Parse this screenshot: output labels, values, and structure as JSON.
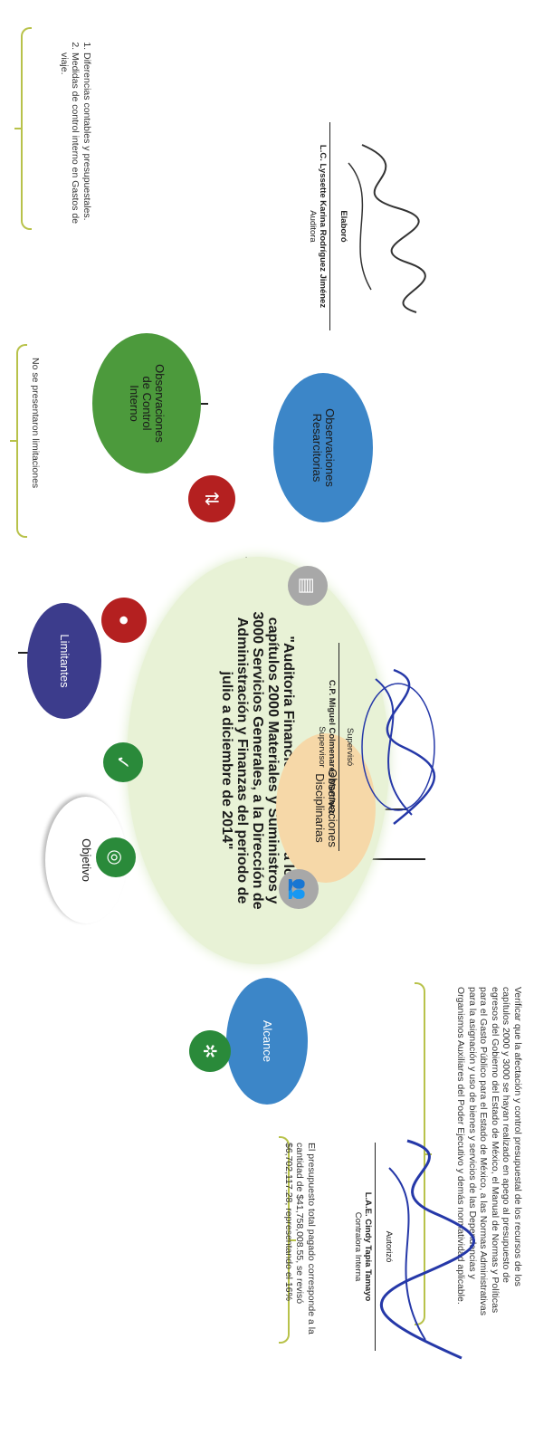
{
  "sections": {
    "objetivo_text": "Verificar que la afectación y control presupuestal de los recursos de los capítulos 2000 y 3000 se hayan realizado en apego al presupuesto de egresos del Gobierno del Estado de México, el Manual de Normas y Políticas para el Gasto Público para el Estado de México, a las Normas Administrativas para la asignación y uso de bienes y servicios de las Dependencias y Organismos Auxiliares del Poder Ejecutivo y demás normatividad aplicable.",
    "alcance_text": "El presupuesto total pagado corresponde a la cantidad de $41,758,008.55, se revisó $6,702,117.28, representando el 16%",
    "limitantes_text": "No se presentaron limitaciones",
    "control_interno_items": [
      "Diferencias contables y presupuestales.",
      "Medidas de control interno en Gastos de viaje."
    ]
  },
  "nodes": {
    "center": "\"Auditoria Financiera, Egresos a los capítulos 2000 Materiales y Suministros y 3000 Servicios Generales, a la Dirección de Administración y Finanzas del periodo de julio a diciembre de 2014\"",
    "objetivo": "Objetivo",
    "alcance": "Alcance",
    "limitantes": "Limitantes",
    "control_interno": "Observaciones de Control Interno",
    "resarcitorias": "Observaciones Resarcitorias",
    "disciplinarias": "Observaciones Disciplinarias"
  },
  "colors": {
    "center": "#e8f2d6",
    "objetivo": "#ffffff",
    "alcance": "#3c86c8",
    "limitantes": "#3c3c8c",
    "control_interno": "#4c9a3c",
    "resarcitorias": "#3c86c8",
    "disciplinarias": "#f6d8a8",
    "icon_red": "#b42020",
    "icon_green": "#2a8a3a",
    "icon_gray": "#a8a8a8",
    "brace": "#b8c24a",
    "signature_ink": "#2538a8"
  },
  "icons": [
    "target-icon",
    "gears-icon",
    "checkmark-icon",
    "traffic-light-icon",
    "arrows-icon",
    "documents-icon",
    "people-icon"
  ],
  "signatures": {
    "elaboro": {
      "heading": "Elaboró",
      "name": "L.C. Lyssette Karina Rodríguez Jiménez",
      "role": "Auditora"
    },
    "superviso": {
      "heading": "Supervisó",
      "name": "C.P. Miguel Colmenares Martínez",
      "role": "Supervisor"
    },
    "autorizo": {
      "heading": "Autorizó",
      "name": "L.A.E. Cindy Tapia Tamayo",
      "role": "Contralora Interna"
    }
  }
}
